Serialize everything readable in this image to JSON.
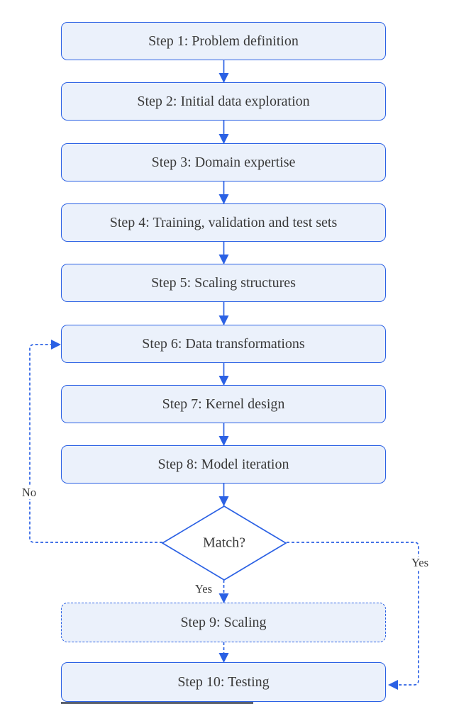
{
  "figure": {
    "type": "flowchart",
    "description": "Ten-step modelling workflow with a Match? decision diamond, a No loop back to Step 6 and Yes paths to Step 9 and Step 10"
  },
  "colors": {
    "blue": "#2b61e4",
    "boxFill": "#ebf1fb",
    "text": "#3a3a3a",
    "artifact": "#3d4452"
  },
  "steps": [
    {
      "label": "Step 1: Problem definition",
      "style": "solid"
    },
    {
      "label": "Step 2: Initial data exploration",
      "style": "solid"
    },
    {
      "label": "Step 3: Domain expertise",
      "style": "solid"
    },
    {
      "label": "Step 4: Training, validation and test sets",
      "style": "solid"
    },
    {
      "label": "Step 5: Scaling structures",
      "style": "solid"
    },
    {
      "label": "Step 6: Data transformations",
      "style": "solid"
    },
    {
      "label": "Step 7: Kernel design",
      "style": "solid"
    },
    {
      "label": "Step 8: Model iteration",
      "style": "solid"
    },
    {
      "label": "Step 9: Scaling",
      "style": "dashed"
    },
    {
      "label": "Step 10: Testing",
      "style": "solid"
    }
  ],
  "decision": {
    "label": "Match?"
  },
  "edge_labels": {
    "no_left": "No",
    "yes_bottom": "Yes",
    "yes_right": "Yes"
  },
  "connections": [
    {
      "from": "Step 1",
      "to": "Step 2",
      "style": "solid"
    },
    {
      "from": "Step 2",
      "to": "Step 3",
      "style": "solid"
    },
    {
      "from": "Step 3",
      "to": "Step 4",
      "style": "solid"
    },
    {
      "from": "Step 4",
      "to": "Step 5",
      "style": "solid"
    },
    {
      "from": "Step 5",
      "to": "Step 6",
      "style": "solid"
    },
    {
      "from": "Step 6",
      "to": "Step 7",
      "style": "solid"
    },
    {
      "from": "Step 7",
      "to": "Step 8",
      "style": "solid"
    },
    {
      "from": "Step 8",
      "to": "Match?",
      "style": "solid"
    },
    {
      "from": "Match?",
      "to": "Step 6",
      "style": "dashed",
      "label": "No"
    },
    {
      "from": "Match?",
      "to": "Step 9",
      "style": "dashed",
      "label": "Yes"
    },
    {
      "from": "Match?",
      "to": "Step 10",
      "style": "dashed",
      "label": "Yes"
    },
    {
      "from": "Step 9",
      "to": "Step 10",
      "style": "dashed"
    }
  ]
}
